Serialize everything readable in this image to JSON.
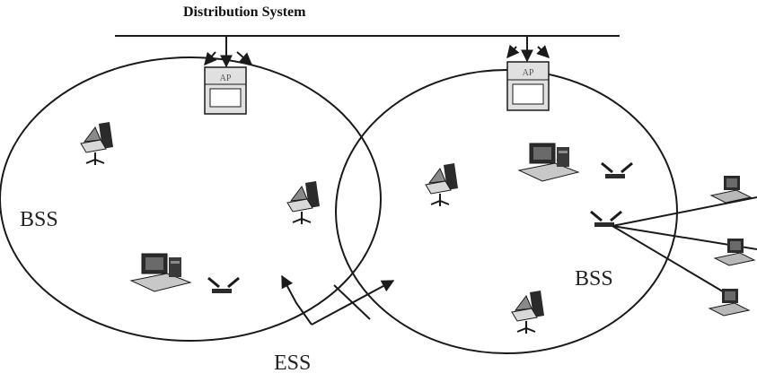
{
  "diagram": {
    "title": "Distribution System",
    "access_point_label": "AP",
    "bss_label": "BSS",
    "ess_label": "ESS"
  },
  "colors": {
    "stroke": "#1a1a1a",
    "device_dark": "#2b2b2b",
    "device_mid": "#8a8a8a",
    "device_light": "#d8d8d8"
  }
}
